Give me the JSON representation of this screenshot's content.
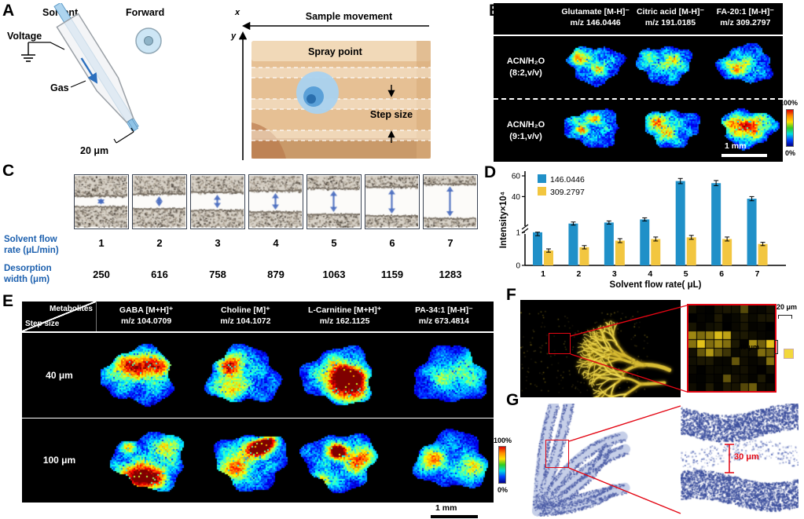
{
  "figure": {
    "panel_labels": {
      "A": "A",
      "B": "B",
      "C": "C",
      "D": "D",
      "E": "E",
      "F": "F",
      "G": "G"
    }
  },
  "panelA": {
    "solvent": "Solvent",
    "voltage": "Voltage",
    "gas": "Gas",
    "forward": "Forward",
    "tip": "20 μm",
    "x": "x",
    "y": "y",
    "sample_movement": "Sample movement",
    "spray_point": "Spray point",
    "step_size": "Step size"
  },
  "panelB": {
    "columns": [
      {
        "name": "Glutamate [M-H]⁻",
        "mz": "m/z 146.0446"
      },
      {
        "name": "Citric acid  [M-H]⁻",
        "mz": "m/z 191.0185"
      },
      {
        "name": "FA-20:1  [M-H]⁻",
        "mz": "m/z 309.2797"
      }
    ],
    "rows": [
      {
        "line1": "ACN/H₂O",
        "line2": "(8:2,v/v)"
      },
      {
        "line1": "ACN/H₂O",
        "line2": "(9:1,v/v)"
      }
    ],
    "colorbar_max": "100%",
    "colorbar_min": "0%",
    "scalebar": "1 mm"
  },
  "panelC": {
    "row1_label_line1": "Solvent flow",
    "row1_label_line2": "rate (μL/min)",
    "row2_label_line1": "Desorption",
    "row2_label_line2": "width (μm)",
    "flow_rates": [
      "1",
      "2",
      "3",
      "4",
      "5",
      "6",
      "7"
    ],
    "widths": [
      "250",
      "616",
      "758",
      "879",
      "1063",
      "1159",
      "1283"
    ]
  },
  "panelE": {
    "corner_top": "Metabolites",
    "corner_bottom": "Step size",
    "columns": [
      {
        "name": "GABA  [M+H]⁺",
        "mz": "m/z 104.0709"
      },
      {
        "name": "Choline  [M]⁺",
        "mz": "m/z 104.1072"
      },
      {
        "name": "L-Carnitine  [M+H]⁺",
        "mz": "m/z 162.1125"
      },
      {
        "name": "PA-34:1  [M-H]⁻",
        "mz": "m/z 673.4814"
      }
    ],
    "rows": [
      "40 μm",
      "100 μm"
    ],
    "colorbar_max": "100%",
    "colorbar_min": "0%",
    "scalebar": "1 mm"
  },
  "panelF": {
    "scale_small": "20 μm",
    "scale_large": "40 μm"
  },
  "panelG": {
    "scale": "30 μm"
  },
  "chart_data": {
    "type": "bar",
    "categories": [
      "1",
      "2",
      "3",
      "4",
      "5",
      "6",
      "7"
    ],
    "series": [
      {
        "name": "146.0446",
        "color": "#2090c8",
        "values": [
          1.2,
          14,
          15,
          18,
          55,
          53,
          38
        ],
        "errors": [
          0.3,
          1.5,
          1.5,
          1.5,
          2.5,
          2.5,
          2
        ]
      },
      {
        "name": "309.2797",
        "color": "#f2c640",
        "values": [
          0.45,
          0.55,
          0.75,
          0.8,
          0.85,
          0.8,
          0.65
        ],
        "errors": [
          0.05,
          0.05,
          0.06,
          0.06,
          0.06,
          0.06,
          0.05
        ]
      }
    ],
    "xlabel": "Solvent flow rate( μL)",
    "ylabel": "Intensity×10⁴",
    "broken_axis": true,
    "yticks_lower": [
      0,
      1
    ],
    "yticks_upper": [
      40,
      60
    ],
    "ylim_lower": [
      0,
      1
    ],
    "ylim_upper": [
      10,
      60
    ],
    "legend_position": "upper-left",
    "grid": false
  }
}
